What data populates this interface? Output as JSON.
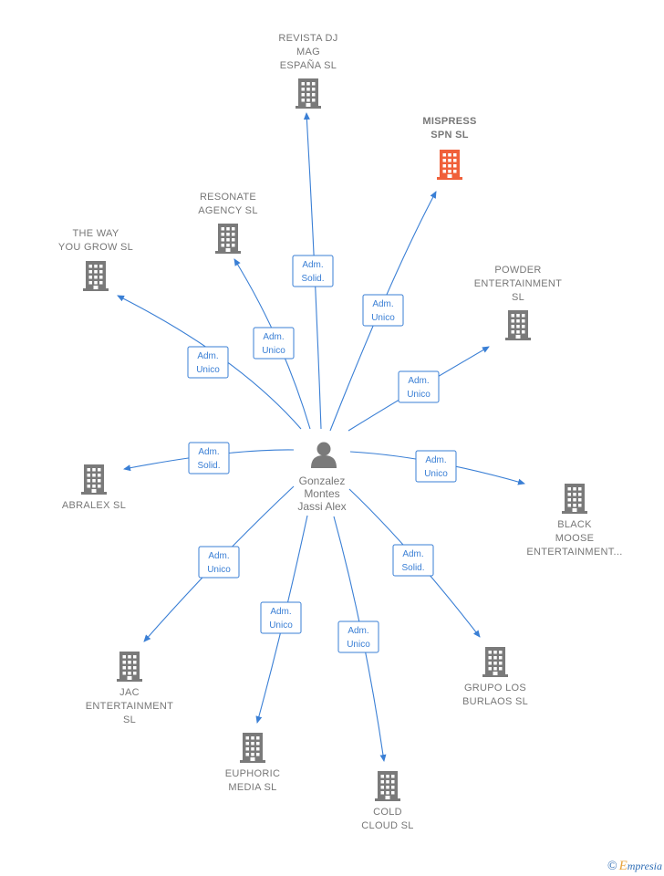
{
  "center": {
    "id": "person",
    "lines": [
      "Gonzalez",
      "Montes",
      "Jassi Alex"
    ]
  },
  "colors": {
    "edge": "#3a7fd5",
    "building": "#7a7a7a",
    "highlight": "#f0603a",
    "text": "#777777"
  },
  "nodes": [
    {
      "id": "revista",
      "lines": [
        "REVISTA DJ",
        "MAG",
        "ESPAÑA  SL"
      ],
      "highlight": false
    },
    {
      "id": "mispress",
      "lines": [
        "MISPRESS",
        "SPN  SL"
      ],
      "highlight": true
    },
    {
      "id": "resonate",
      "lines": [
        "RESONATE",
        "AGENCY  SL"
      ],
      "highlight": false
    },
    {
      "id": "theway",
      "lines": [
        "THE WAY",
        "YOU GROW  SL"
      ],
      "highlight": false
    },
    {
      "id": "powder",
      "lines": [
        "POWDER",
        "ENTERTAINMENT",
        "SL"
      ],
      "highlight": false
    },
    {
      "id": "abralex",
      "lines": [
        "ABRALEX SL"
      ],
      "highlight": false
    },
    {
      "id": "blackmoose",
      "lines": [
        "BLACK",
        "MOOSE",
        "ENTERTAINMENT..."
      ],
      "highlight": false
    },
    {
      "id": "jac",
      "lines": [
        "JAC",
        "ENTERTAINMENT",
        "SL"
      ],
      "highlight": false
    },
    {
      "id": "euphoric",
      "lines": [
        "EUPHORIC",
        "MEDIA  SL"
      ],
      "highlight": false
    },
    {
      "id": "coldcloud",
      "lines": [
        "COLD",
        "CLOUD  SL"
      ],
      "highlight": false
    },
    {
      "id": "grupo",
      "lines": [
        "GRUPO LOS",
        "BURLAOS  SL"
      ],
      "highlight": false
    }
  ],
  "edges": [
    {
      "to": "revista",
      "label": [
        "Adm.",
        "Solid."
      ]
    },
    {
      "to": "mispress",
      "label": [
        "Adm.",
        "Unico"
      ]
    },
    {
      "to": "resonate",
      "label": [
        "Adm.",
        "Unico"
      ]
    },
    {
      "to": "theway",
      "label": [
        "Adm.",
        "Unico"
      ]
    },
    {
      "to": "powder",
      "label": [
        "Adm.",
        "Unico"
      ]
    },
    {
      "to": "abralex",
      "label": [
        "Adm.",
        "Solid."
      ]
    },
    {
      "to": "blackmoose",
      "label": [
        "Adm.",
        "Unico"
      ]
    },
    {
      "to": "jac",
      "label": [
        "Adm.",
        "Unico"
      ]
    },
    {
      "to": "euphoric",
      "label": [
        "Adm.",
        "Unico"
      ]
    },
    {
      "to": "coldcloud",
      "label": [
        "Adm.",
        "Unico"
      ]
    },
    {
      "to": "grupo",
      "label": [
        "Adm.",
        "Solid."
      ]
    }
  ],
  "footer": {
    "copyright": "©",
    "brand_initial": "E",
    "brand_rest": "mpresia"
  }
}
